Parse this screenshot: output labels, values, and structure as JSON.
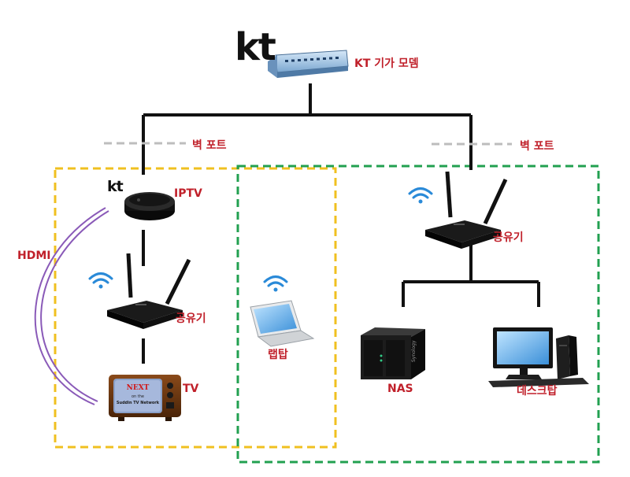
{
  "labels": {
    "modem": "KT 기가 모뎀",
    "wall_port_left": "벽 포트",
    "wall_port_right": "벽 포트",
    "iptv": "IPTV",
    "router_left": "공유기",
    "router_right": "공유기",
    "tv": "TV",
    "laptop": "랩탑",
    "nas": "NAS",
    "desktop": "데스크탑",
    "hdmi": "HDMI"
  },
  "brand": {
    "kt_main": "kt",
    "kt_small": "kt"
  },
  "tv_screen": {
    "line1": "NEXT",
    "line2": "on the",
    "line3": "Suddin TV Network"
  },
  "nas_brand": "Synology",
  "zones": {
    "yellow": "#f0c020",
    "green": "#22a050"
  },
  "colors": {
    "label": "#c0202a",
    "wire": "#111111",
    "port_dash": "#bdbdbd",
    "hdmi_cable": "#8a5ab8",
    "wifi": "#2a8ad8"
  }
}
